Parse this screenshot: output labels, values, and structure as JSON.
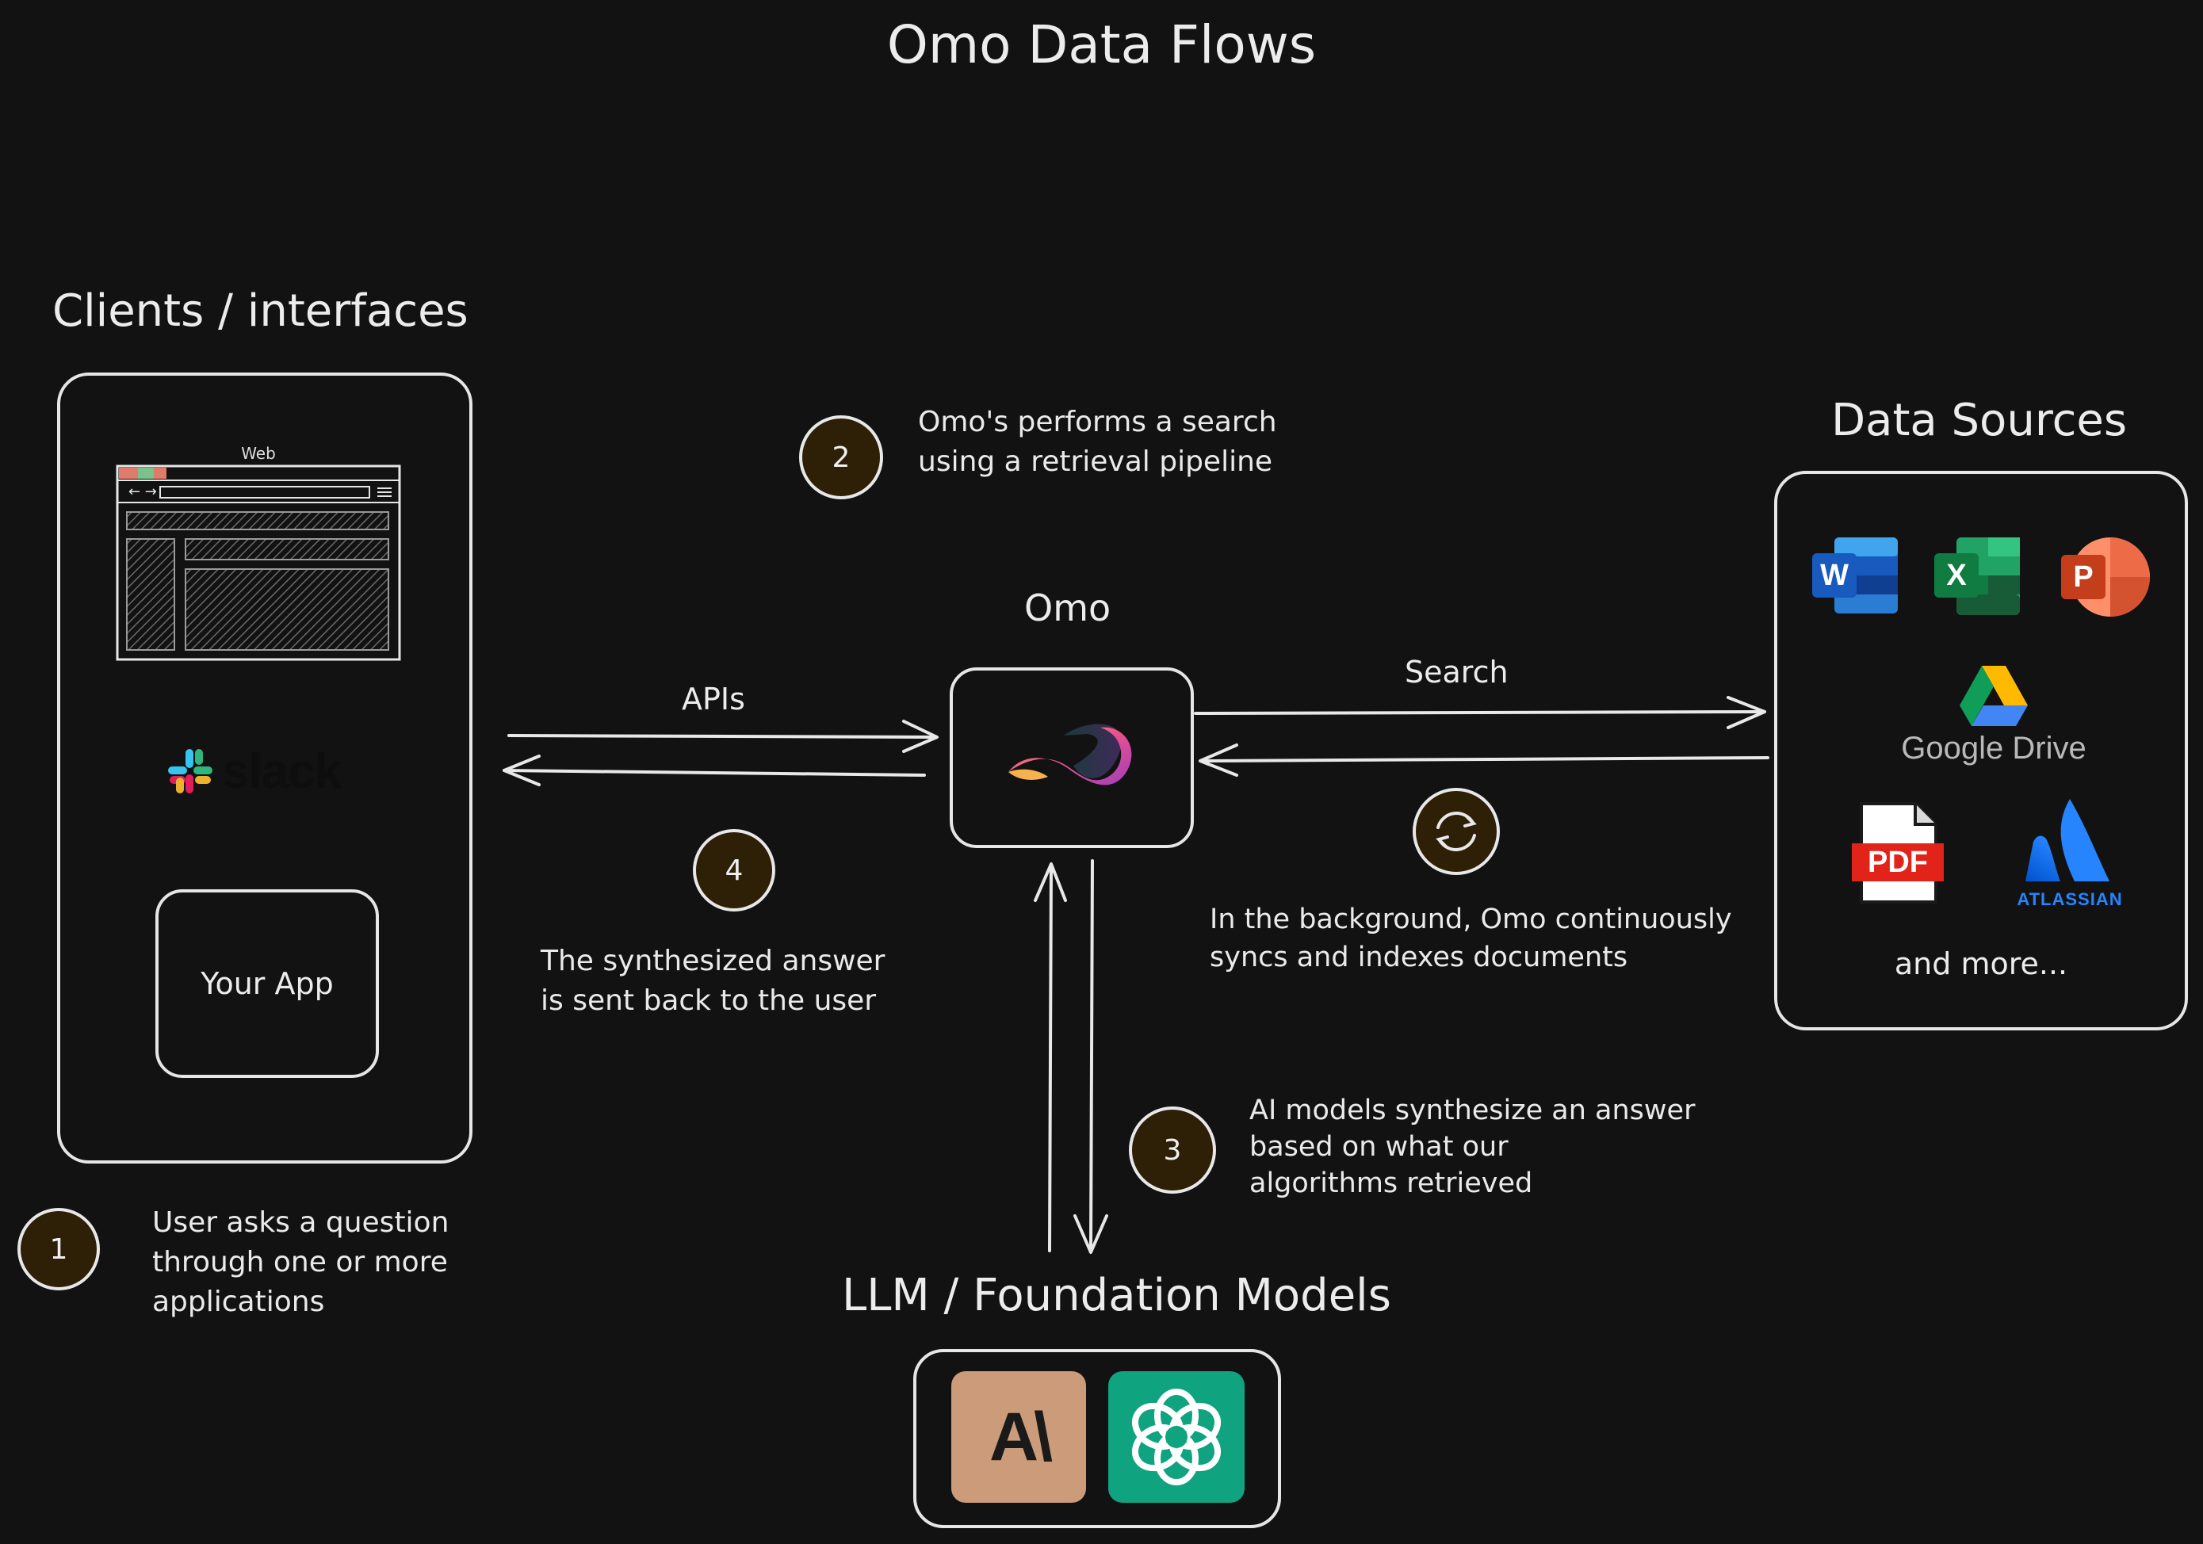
{
  "title": "Omo Data Flows",
  "clients": {
    "heading": "Clients / interfaces",
    "web_label": "Web",
    "slack_label": "slack",
    "your_app_label": "Your App"
  },
  "omo": {
    "label": "Omo"
  },
  "arrows": {
    "apis_label": "APIs",
    "search_label": "Search"
  },
  "data_sources": {
    "heading": "Data Sources",
    "word_letter": "W",
    "excel_letter": "X",
    "powerpoint_letter": "P",
    "google_drive_label": "Google Drive",
    "pdf_label": "PDF",
    "atlassian_label": "ATLASSIAN",
    "more_label": "and more..."
  },
  "llm": {
    "heading": "LLM / Foundation Models",
    "anthropic_label": "A\\"
  },
  "steps": [
    {
      "number": "1",
      "lines": [
        "User asks a question",
        "through one or more",
        "applications"
      ]
    },
    {
      "number": "2",
      "lines": [
        "Omo's performs a search",
        "using a retrieval pipeline"
      ]
    },
    {
      "number": "3",
      "lines": [
        "AI models synthesize an answer",
        "based on what our",
        "algorithms retrieved"
      ]
    },
    {
      "number": "4",
      "lines": [
        "The synthesized answer",
        "is sent back to the user"
      ]
    }
  ],
  "background_note": {
    "lines": [
      "In the background, Omo continuously",
      "syncs and indexes documents"
    ]
  },
  "colors": {
    "background": "#121212",
    "step_fill": "#2e1f07",
    "word": "#185abd",
    "excel": "#107c41",
    "powerpoint": "#d24726",
    "pdf": "#e2231a",
    "atlassian": "#2684ff",
    "anthropic": "#cc9b7a",
    "openai": "#10a37f"
  }
}
